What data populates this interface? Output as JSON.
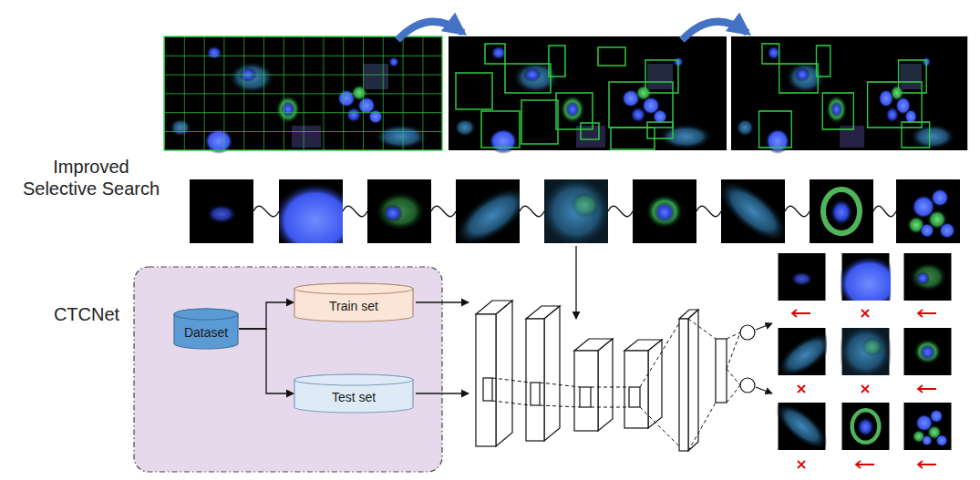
{
  "diagram": {
    "nodes": [
      {
        "text": [
          "Dataset"
        ]
      },
      {
        "text": [
          "Train set"
        ]
      },
      {
        "text": [
          "Test set"
        ]
      }
    ],
    "edges": [
      {
        "from": 0,
        "to": 1,
        "arrow": "to"
      },
      {
        "from": 0,
        "to": 2,
        "arrow": "to"
      }
    ],
    "labels": [
      "Improved Selective Search",
      "CTCNet"
    ]
  }
}
